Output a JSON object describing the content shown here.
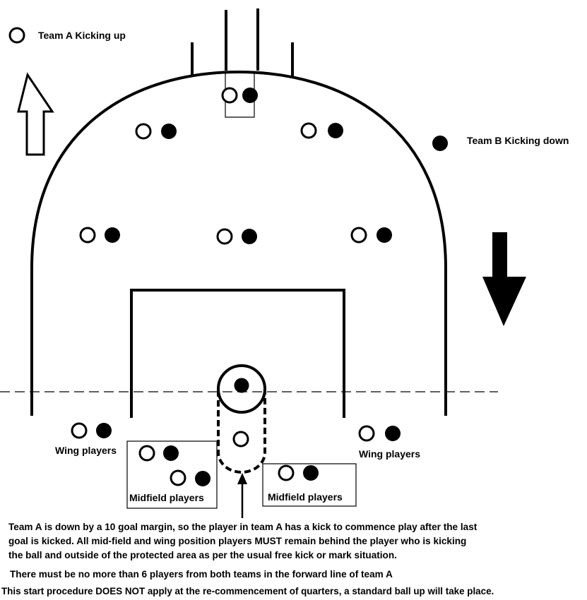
{
  "legend": {
    "team_a": "Team A Kicking up",
    "team_b": "Team B Kicking down"
  },
  "labels": {
    "wing_left": "Wing players",
    "wing_right": "Wing players",
    "midfield_left": "Midfield players",
    "midfield_right": "Midfield players"
  },
  "notes": {
    "line1": "Team A is down by a 10 goal margin, so the player in team A has a kick to commence play after the last",
    "line2": "goal is kicked. All mid-field and wing position players MUST remain behind the player who is kicking",
    "line3": "the ball and outside of the protected area as per the usual free kick or mark situation.",
    "line4": "There must be no more than 6 players from both teams in the forward line of team A",
    "line5": "This start procedure DOES NOT apply at the re-commencement of quarters, a standard ball up will take place."
  },
  "colors": {
    "team_a": "#ffffff",
    "team_b": "#000000",
    "ink": "#000000"
  }
}
